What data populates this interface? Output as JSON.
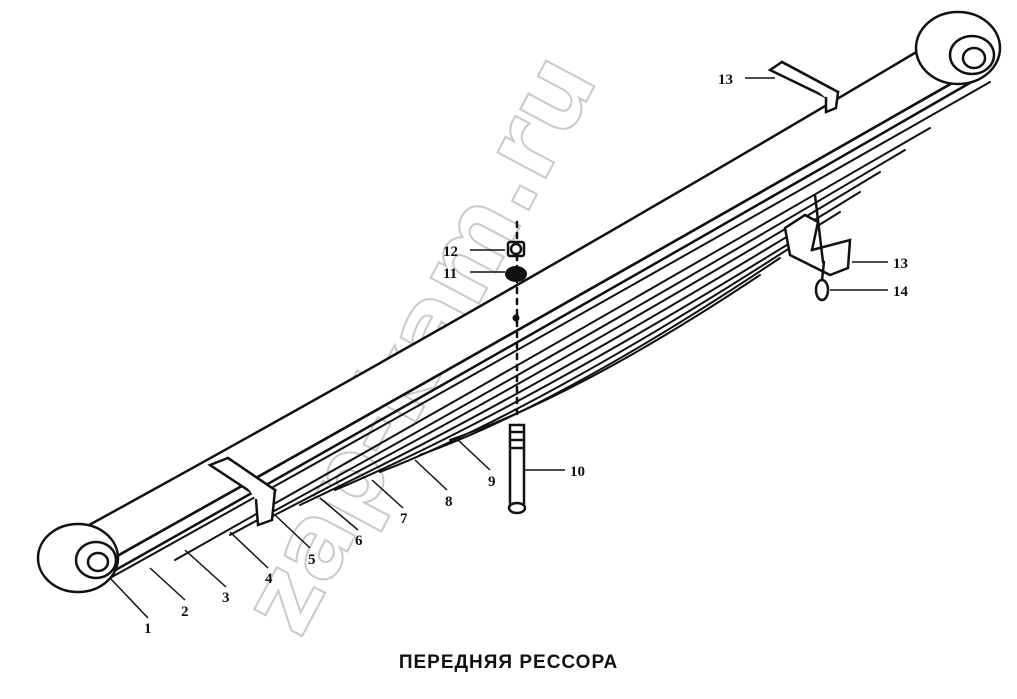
{
  "caption": "ПЕРЕДНЯЯ РЕССОРА",
  "watermark": "zap-kam.ru",
  "colors": {
    "ink": "#111111",
    "watermark": "#c9c9c9",
    "background": "#ffffff"
  },
  "parts": [
    {
      "id": "1",
      "label": "1"
    },
    {
      "id": "2",
      "label": "2"
    },
    {
      "id": "3",
      "label": "3"
    },
    {
      "id": "4",
      "label": "4"
    },
    {
      "id": "5",
      "label": "5"
    },
    {
      "id": "6",
      "label": "6"
    },
    {
      "id": "7",
      "label": "7"
    },
    {
      "id": "8",
      "label": "8"
    },
    {
      "id": "9",
      "label": "9"
    },
    {
      "id": "10",
      "label": "10"
    },
    {
      "id": "11",
      "label": "11"
    },
    {
      "id": "12",
      "label": "12"
    },
    {
      "id": "13a",
      "label": "13"
    },
    {
      "id": "13b",
      "label": "13"
    },
    {
      "id": "14",
      "label": "14"
    }
  ]
}
